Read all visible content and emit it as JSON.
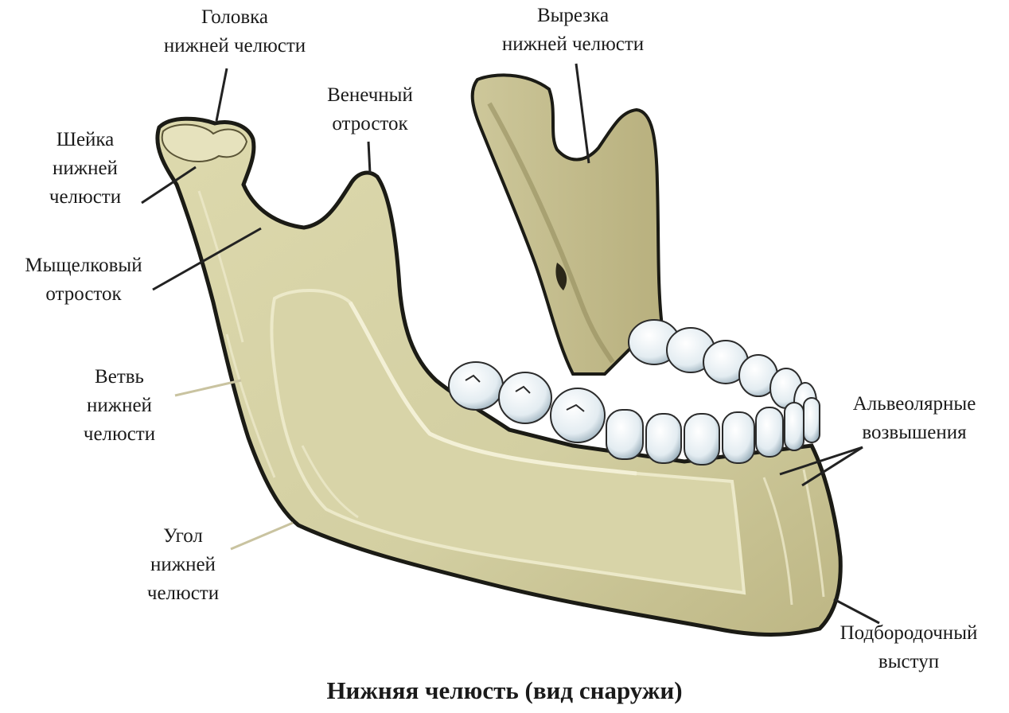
{
  "labels": {
    "head": [
      "Головка",
      "нижней челюсти"
    ],
    "notch": [
      "Вырезка",
      "нижней челюсти"
    ],
    "coronoid": [
      "Венечный",
      "отросток"
    ],
    "neck": [
      "Шейка",
      "нижней",
      "челюсти"
    ],
    "condylar": [
      "Мыщелковый",
      "отросток"
    ],
    "ramus": [
      "Ветвь",
      "нижней",
      "челюсти"
    ],
    "alveolar": [
      "Альвеолярные",
      "возвышения"
    ],
    "angle": [
      "Угол",
      "нижней",
      "челюсти"
    ],
    "mental": [
      "Подбородочный",
      "выступ"
    ]
  },
  "caption": "Нижняя челюсть (вид снаружи)",
  "colors": {
    "bone": "#d3cfa2",
    "bone_dark": "#b2aa79",
    "bone_light": "#ece9c9",
    "outline": "#1b1b15",
    "tooth": "#eef4f7",
    "tooth_shade": "#a8bcc7",
    "leader": "#222222",
    "leader_light": "#c9c3a0"
  }
}
